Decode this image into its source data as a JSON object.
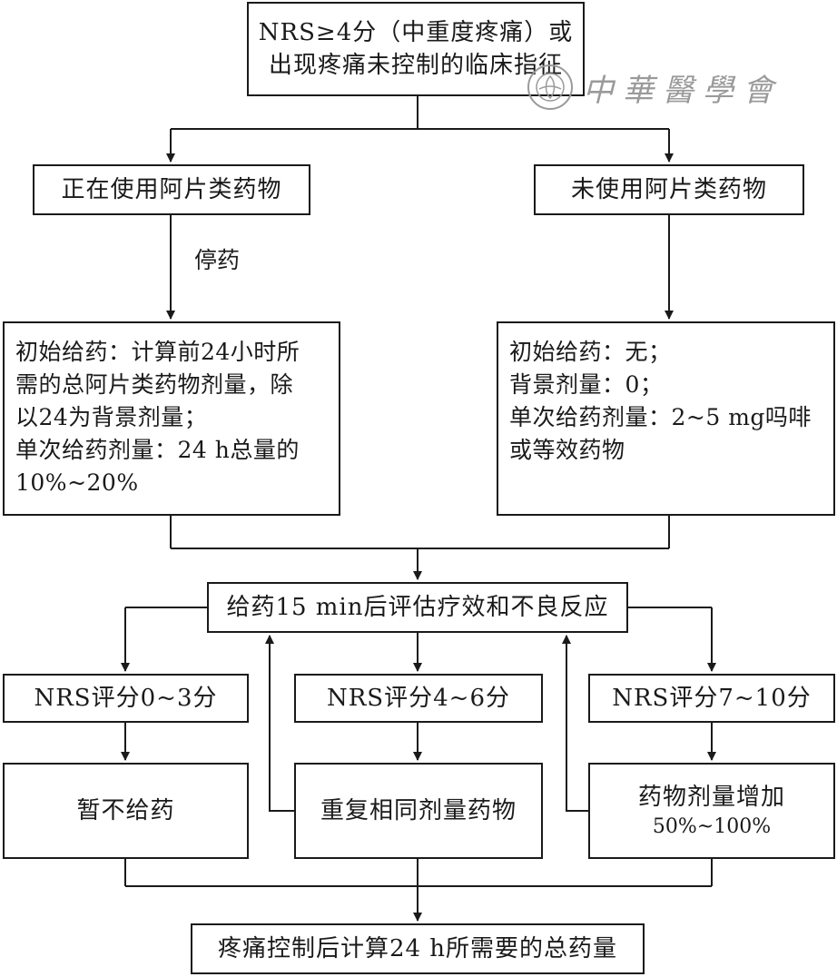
{
  "nodes": {
    "top": {
      "line1": "NRS≥4分（中重度疼痛）或",
      "line2": "出现疼痛未控制的临床指征"
    },
    "using_opioids": {
      "label": "正在使用阿片类药物"
    },
    "not_using_opioids": {
      "label": "未使用阿片类药物"
    },
    "stop_drug": {
      "label": "停药"
    },
    "using_detail": {
      "lines": [
        "初始给药：计算前24小时所",
        "需的总阿片类药物剂量，除",
        "以24为背景剂量；",
        "单次给药剂量：24 h总量的",
        "10%~20%"
      ]
    },
    "not_using_detail": {
      "lines": [
        "初始给药：无；",
        "背景剂量：0；",
        "单次给药剂量：2~5 mg吗啡",
        "或等效药物"
      ]
    },
    "assess": {
      "label": "给药15 min后评估疗效和不良反应"
    },
    "nrs_0_3": {
      "label": "NRS评分0~3分"
    },
    "nrs_4_6": {
      "label": "NRS评分4~6分"
    },
    "nrs_7_10": {
      "label": "NRS评分7~10分"
    },
    "no_dose": {
      "label": "暂不给药"
    },
    "repeat_dose": {
      "label": "重复相同剂量药物"
    },
    "increase_dose": {
      "line1": "药物剂量增加",
      "line2": "50%~100%"
    },
    "final": {
      "label": "疼痛控制后计算24 h所需要的总药量"
    }
  },
  "watermark": {
    "text": "中華醫學會"
  },
  "colors": {
    "line": "#1a1a1a",
    "background": "#ffffff",
    "watermark": "#9a9a9a"
  }
}
